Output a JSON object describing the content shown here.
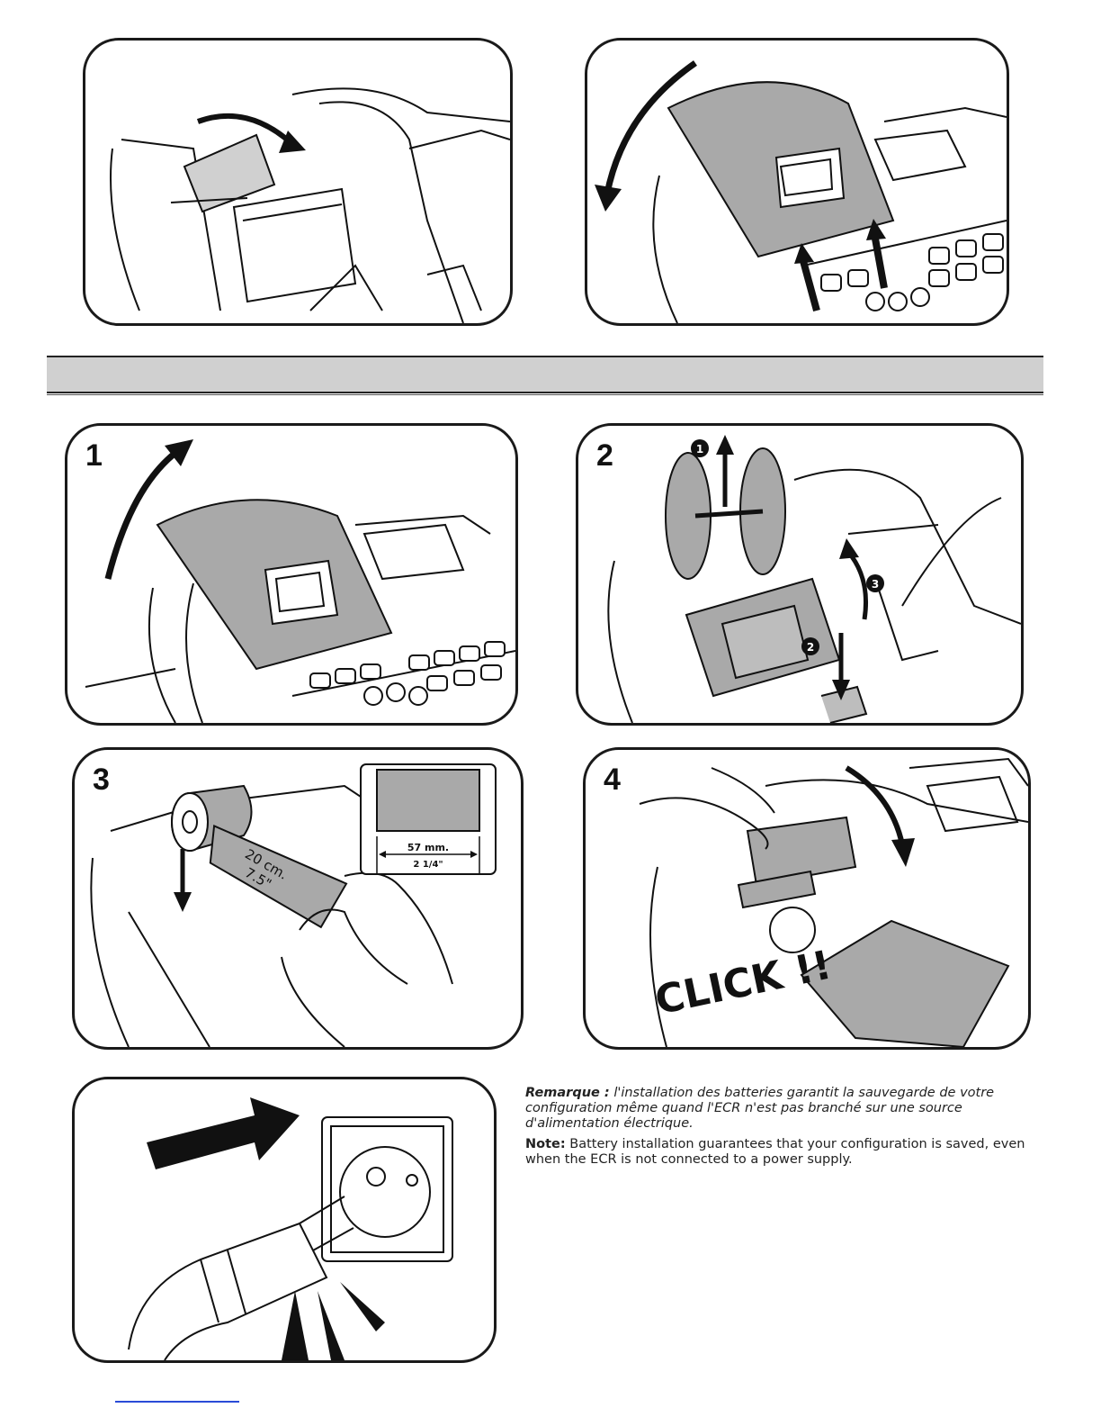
{
  "steps": {
    "step1": "1",
    "step2": "2",
    "step3": "3",
    "step4": "4"
  },
  "step2_markers": {
    "m1": "1",
    "m2": "2",
    "m3": "3"
  },
  "step3_detail": {
    "width_mm": "57 mm.",
    "width_in": "2 1/4\"",
    "paper_length_cm": "20 cm.",
    "paper_length_in": "7.5\""
  },
  "step4_label": "CLICK !!",
  "notes": {
    "fr_label": "Remarque :",
    "fr_text": " l'installation des batteries garantit la sauvegarde de votre configuration même quand l'ECR n'est pas branché sur une source d'alimentation électrique.",
    "en_label": "Note:",
    "en_text": " Battery installation guarantees that your configuration is saved, even when the ECR is not connected to a power supply."
  }
}
